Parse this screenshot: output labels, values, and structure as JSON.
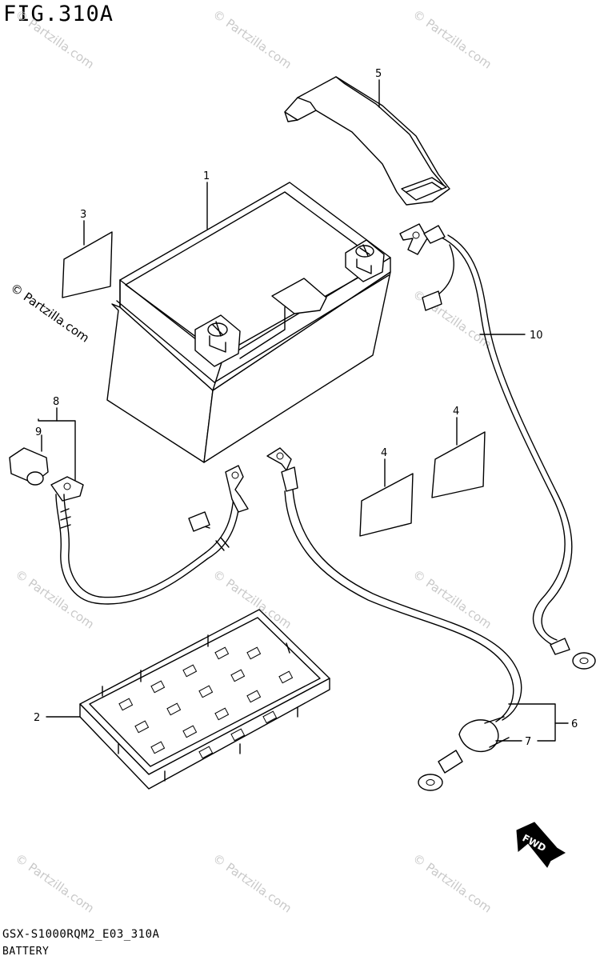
{
  "figure": {
    "title": "FIG.310A",
    "model_code": "GSX-S1000RQM2_E03_310A",
    "section_name": "BATTERY"
  },
  "watermark": {
    "text": "© Partzilla.com",
    "prominent_text": "© Partzilla.com"
  },
  "fwd_arrow": {
    "label": "FWD"
  },
  "callouts": {
    "c1": "1",
    "c2": "2",
    "c3": "3",
    "c4a": "4",
    "c4b": "4",
    "c5": "5",
    "c6": "6",
    "c7": "7",
    "c8": "8",
    "c9": "9",
    "c10": "10"
  },
  "parts": [
    {
      "ref": "1",
      "icon": "battery"
    },
    {
      "ref": "2",
      "icon": "battery-tray"
    },
    {
      "ref": "3",
      "icon": "label-sheet"
    },
    {
      "ref": "4",
      "icon": "label-sheet"
    },
    {
      "ref": "5",
      "icon": "battery-strap"
    },
    {
      "ref": "6",
      "icon": "cable"
    },
    {
      "ref": "7",
      "icon": "terminal-cap"
    },
    {
      "ref": "8",
      "icon": "cable"
    },
    {
      "ref": "9",
      "icon": "terminal-cover"
    },
    {
      "ref": "10",
      "icon": "cable"
    }
  ]
}
